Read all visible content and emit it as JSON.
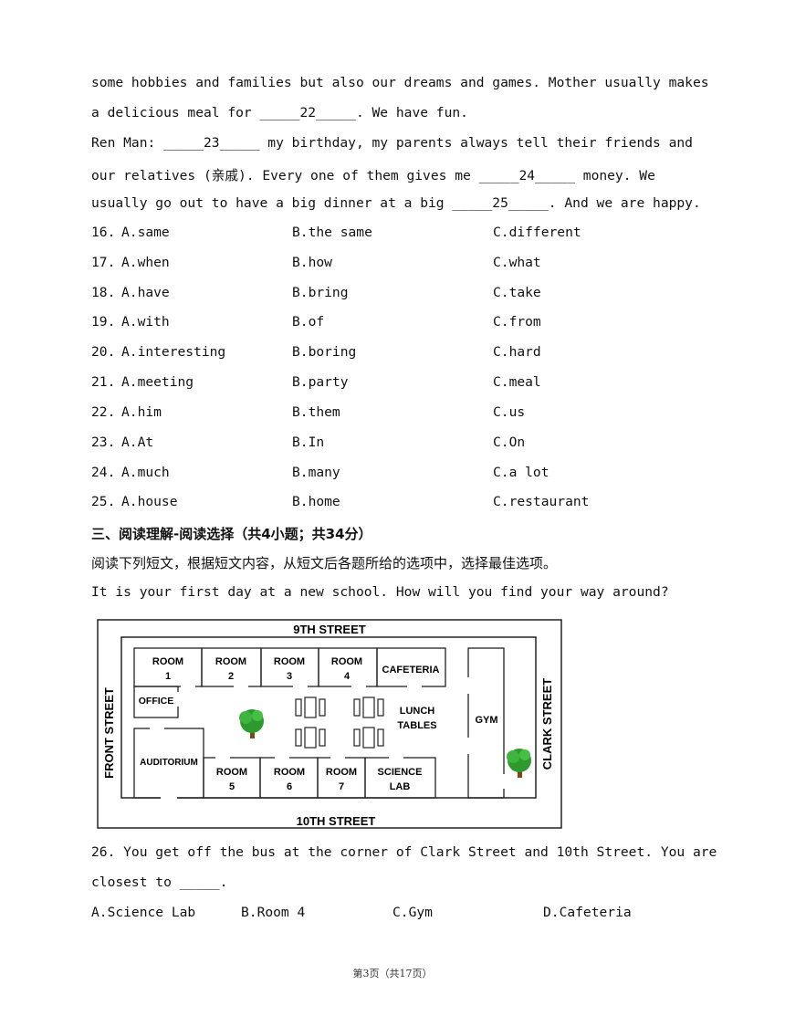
{
  "passage": {
    "line1": "some hobbies and families but also our dreams and games. Mother usually makes",
    "line2": "a delicious meal for _____22_____. We have fun.",
    "line3": "Ren Man: _____23_____ my birthday, my parents always tell their friends and",
    "line4": "our relatives (亲戚). Every one of them gives me _____24_____ money. We",
    "line5": "usually go out to have a big dinner at a big _____25_____. And we are happy."
  },
  "questions": [
    {
      "num": "16.",
      "a": "A.same",
      "b": "B.the same",
      "c": "C.different"
    },
    {
      "num": "17.",
      "a": "A.when",
      "b": "B.how",
      "c": "C.what"
    },
    {
      "num": "18.",
      "a": "A.have",
      "b": "B.bring",
      "c": "C.take"
    },
    {
      "num": "19.",
      "a": "A.with",
      "b": "B.of",
      "c": "C.from"
    },
    {
      "num": "20.",
      "a": "A.interesting",
      "b": "B.boring",
      "c": "C.hard"
    },
    {
      "num": "21.",
      "a": "A.meeting",
      "b": "B.party",
      "c": "C.meal"
    },
    {
      "num": "22.",
      "a": "A.him",
      "b": "B.them",
      "c": "C.us"
    },
    {
      "num": "23.",
      "a": "A.At",
      "b": "B.In",
      "c": "C.On"
    },
    {
      "num": "24.",
      "a": "A.much",
      "b": "B.many",
      "c": "C.a lot"
    },
    {
      "num": "25.",
      "a": "A.house",
      "b": "B.home",
      "c": "C.restaurant"
    }
  ],
  "section": {
    "heading": "三、阅读理解-阅读选择（共4小题；共34分）",
    "instruction": "阅读下列短文，根据短文内容，从短文后各题所给的选项中，选择最佳选项。",
    "intro": "It is your first day at a new school. How will you find your way around?"
  },
  "map": {
    "top_street": "9TH STREET",
    "bottom_street": "10TH STREET",
    "left_street": "FRONT STREET",
    "right_street": "CLARK STREET",
    "room1_a": "ROOM",
    "room1_b": "1",
    "room2_a": "ROOM",
    "room2_b": "2",
    "room3_a": "ROOM",
    "room3_b": "3",
    "room4_a": "ROOM",
    "room4_b": "4",
    "cafeteria": "CAFETERIA",
    "office": "OFFICE",
    "lunch_a": "LUNCH",
    "lunch_b": "TABLES",
    "gym": "GYM",
    "auditorium": "AUDITORIUM",
    "room5_a": "ROOM",
    "room5_b": "5",
    "room6_a": "ROOM",
    "room6_b": "6",
    "room7_a": "ROOM",
    "room7_b": "7",
    "science_a": "SCIENCE",
    "science_b": "LAB"
  },
  "q26": {
    "line1": "26. You get off the bus at the corner of Clark Street and 10th Street. You are",
    "line2": "closest to _____.",
    "a": "A.Science Lab",
    "b": "B.Room 4",
    "c": "C.Gym",
    "d": "D.Cafeteria"
  },
  "footer": "第3页（共17页）"
}
